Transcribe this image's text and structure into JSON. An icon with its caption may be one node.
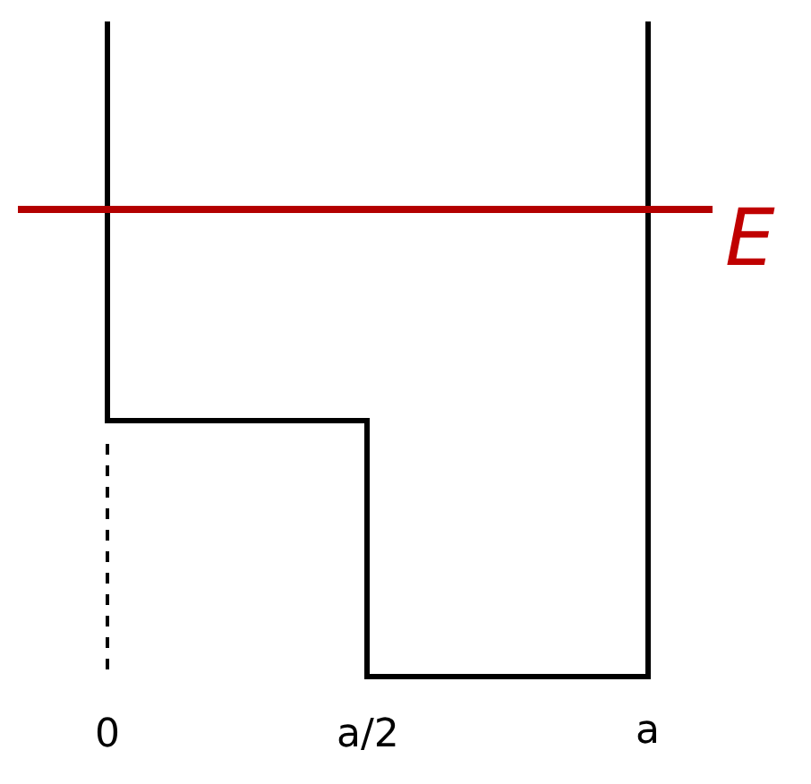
{
  "diagram": {
    "labels": [
      "E",
      "0",
      "a/2",
      "a"
    ]
  }
}
